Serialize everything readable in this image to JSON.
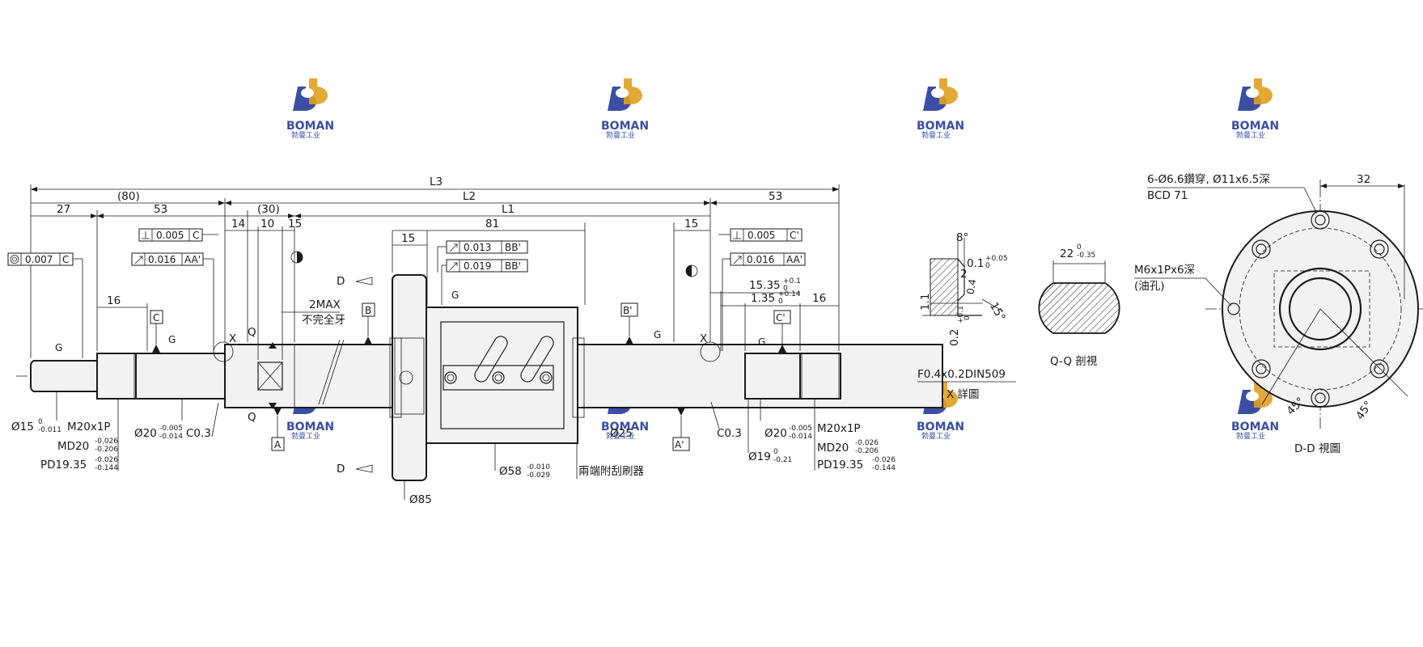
{
  "watermark": {
    "brand": "BOMAN",
    "subtitle": "勃曼工业",
    "color_blue": "#3a4fa3",
    "color_gold": "#e0a020"
  },
  "dims": {
    "L3": "L3",
    "L2": "L2",
    "L1": "L1",
    "d80": "(80)",
    "d30": "(30)",
    "d27": "27",
    "d53a": "53",
    "d53b": "53",
    "d14": "14",
    "d10": "10",
    "d15a": "15",
    "d15b": "15",
    "d81": "81",
    "d15c": "15",
    "d16a": "16",
    "d16b": "16",
    "d1535": "15.35",
    "d1535_tol": "+0.1",
    "d1535_tol2": "0",
    "d135": "1.35",
    "d135_tol": "+0.14",
    "d135_tol2": "0",
    "twomax": "2MAX",
    "incomplete_thread": "不完全牙"
  },
  "tolerance_frames": {
    "conc": {
      "value": "0.007",
      "datum": "C"
    },
    "perp_left": {
      "value": "0.005",
      "datum": "C"
    },
    "runout_left": {
      "value": "0.016",
      "datum": "AA'"
    },
    "runout_nut1": {
      "value": "0.013",
      "datum": "BB'"
    },
    "runout_nut2": {
      "value": "0.019",
      "datum": "BB'"
    },
    "perp_right": {
      "value": "0.005",
      "datum": "C'"
    },
    "runout_right": {
      "value": "0.016",
      "datum": "AA'"
    }
  },
  "datums": {
    "A": "A",
    "A2": "A'",
    "B": "B",
    "B2": "B'",
    "C": "C",
    "C2": "C'"
  },
  "labels": {
    "phi15": "Ø15",
    "phi15_tol1": "0",
    "phi15_tol2": "-0.011",
    "m20_left": "M20x1P",
    "md20_left": "MD20",
    "md_tol1": "-0.026",
    "md_tol2": "-0.206",
    "pd_left": "PD19.35",
    "pd_tol1": "-0.026",
    "pd_tol2": "-0.144",
    "phi20_left": "Ø20",
    "phi20_tol1": "-0.005",
    "phi20_tol2": "-0.014",
    "c03_left": "C0.3",
    "phi25": "Ø25",
    "phi58": "Ø58",
    "phi58_tol1": "-0.010",
    "phi58_tol2": "-0.029",
    "phi85": "Ø85",
    "wipers": "兩端附刮刷器",
    "c03_right": "C0.3",
    "phi20_right": "Ø20",
    "phi19": "Ø19",
    "phi19_tol1": "0",
    "phi19_tol2": "-0.21",
    "m20_right": "M20x1P",
    "md20_right": "MD20",
    "pd_right": "PD19.35",
    "x1": "X",
    "x2": "X",
    "q1": "Q",
    "q2": "Q",
    "d1": "D",
    "d2": "D",
    "g": "G"
  },
  "detail_x": {
    "angle8": "8°",
    "d01": "0.1",
    "d01_tol1": "+0.05",
    "d01_tol2": "0",
    "d2": "2",
    "d04": "0.4",
    "d11": "1.1",
    "d02": "0.2",
    "d02_tol1": "+0.1",
    "d02_tol2": "0",
    "angle15": "15°",
    "spec": "F0.4x0.2DIN509",
    "caption": "X 詳圖"
  },
  "section_q": {
    "d22": "22",
    "d22_tol1": "0",
    "d22_tol2": "-0.35",
    "caption": "Q-Q 剖視"
  },
  "view_d": {
    "holes": "6-Ø6.6鑽穿, Ø11x6.5深",
    "bcd": "BCD 71",
    "d32": "32",
    "tap": "M6x1Px6深",
    "oil": "(油孔)",
    "a45a": "45°",
    "a45b": "45°",
    "caption": "D-D 視圖"
  }
}
